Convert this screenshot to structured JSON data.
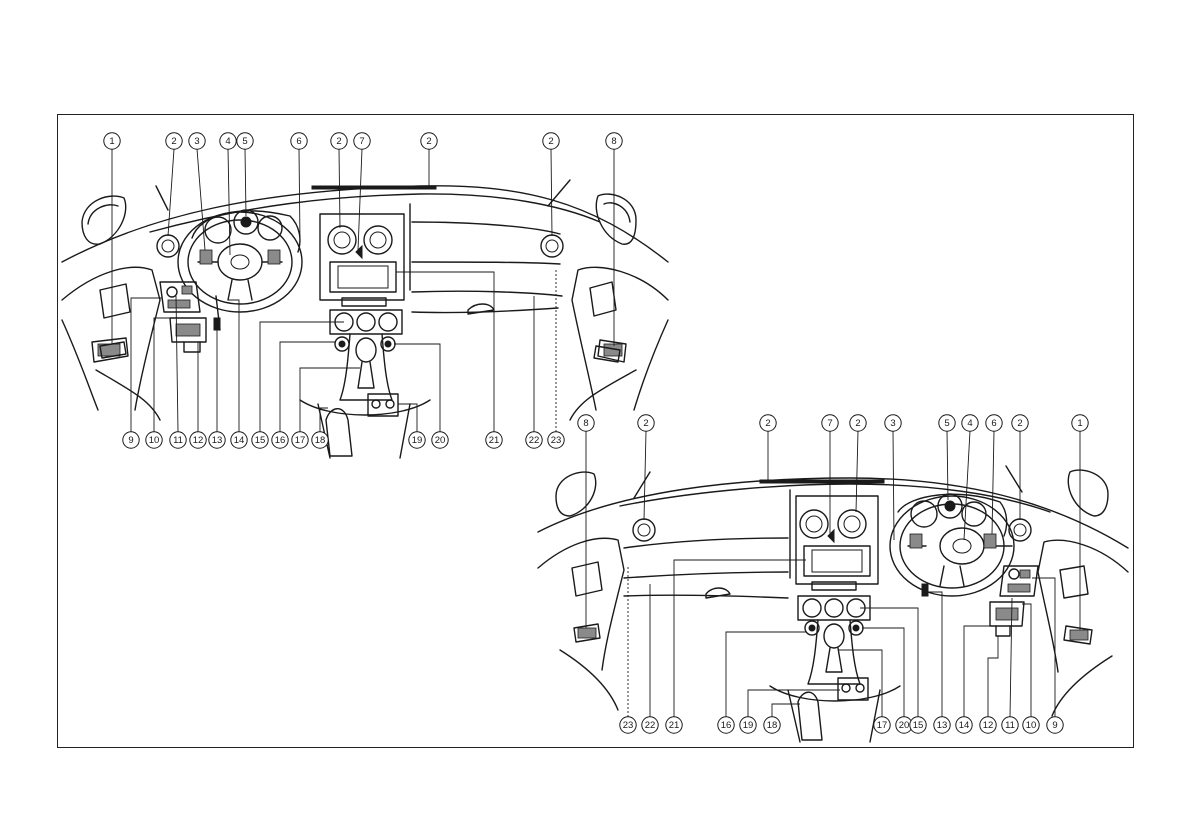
{
  "diagrams": [
    {
      "id": "left-hand-drive",
      "top_labels": [
        "1",
        "2",
        "3",
        "4",
        "5",
        "6",
        "2",
        "7",
        "2",
        "2",
        "8"
      ],
      "bottom_labels": [
        "9",
        "10",
        "11",
        "12",
        "13",
        "14",
        "15",
        "16",
        "17",
        "18",
        "19",
        "20",
        "21",
        "22",
        "23"
      ]
    },
    {
      "id": "right-hand-drive",
      "top_labels": [
        "8",
        "2",
        "2",
        "7",
        "2",
        "3",
        "5",
        "4",
        "6",
        "2",
        "1"
      ],
      "bottom_labels": [
        "23",
        "22",
        "21",
        "16",
        "19",
        "18",
        "17",
        "20",
        "15",
        "13",
        "14",
        "12",
        "11",
        "10",
        "9"
      ]
    }
  ],
  "colors": {
    "line": "#1a1a1a",
    "background": "#ffffff"
  }
}
